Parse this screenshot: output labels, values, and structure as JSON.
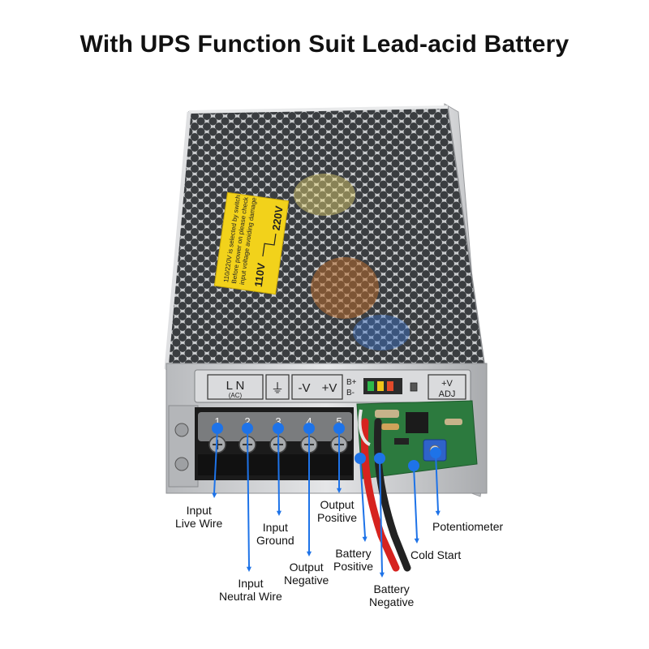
{
  "title": "With UPS Function Suit Lead-acid Battery",
  "colors": {
    "accent_blue": "#1e73e8",
    "warning_label": "#f2d21b",
    "board_green": "#2c7a3e",
    "wire_red": "#d6231f",
    "terminal_black": "#1b1b1b"
  },
  "warning_label": {
    "lines": [
      "110/220V is selected by switch",
      "Before power on please check",
      "input voltage avoiding damage"
    ],
    "v110": "110V",
    "v220": "220V"
  },
  "panel_labels": {
    "ln": "L  N",
    "ac": "(AC)",
    "ground": "⏚",
    "v_minus": "-V",
    "v_plus": "+V",
    "b_plus": "B+",
    "b_minus": "B-",
    "adj_top": "+V",
    "adj_bottom": "ADJ"
  },
  "terminal_numbers": [
    "1",
    "2",
    "3",
    "4",
    "5"
  ],
  "callouts": [
    {
      "id": "input-live-wire",
      "lines": [
        "Input",
        "Live Wire"
      ]
    },
    {
      "id": "input-neutral-wire",
      "lines": [
        "Input",
        "Neutral Wire"
      ]
    },
    {
      "id": "input-ground",
      "lines": [
        "Input",
        "Ground"
      ]
    },
    {
      "id": "output-negative",
      "lines": [
        "Output",
        "Negative"
      ]
    },
    {
      "id": "output-positive",
      "lines": [
        "Output",
        "Positive"
      ]
    },
    {
      "id": "battery-positive",
      "lines": [
        "Battery",
        "Positive"
      ]
    },
    {
      "id": "battery-negative",
      "lines": [
        "Battery",
        "Negative"
      ]
    },
    {
      "id": "cold-start",
      "lines": [
        "Cold Start"
      ]
    },
    {
      "id": "potentiometer",
      "lines": [
        "Potentiometer"
      ]
    }
  ]
}
